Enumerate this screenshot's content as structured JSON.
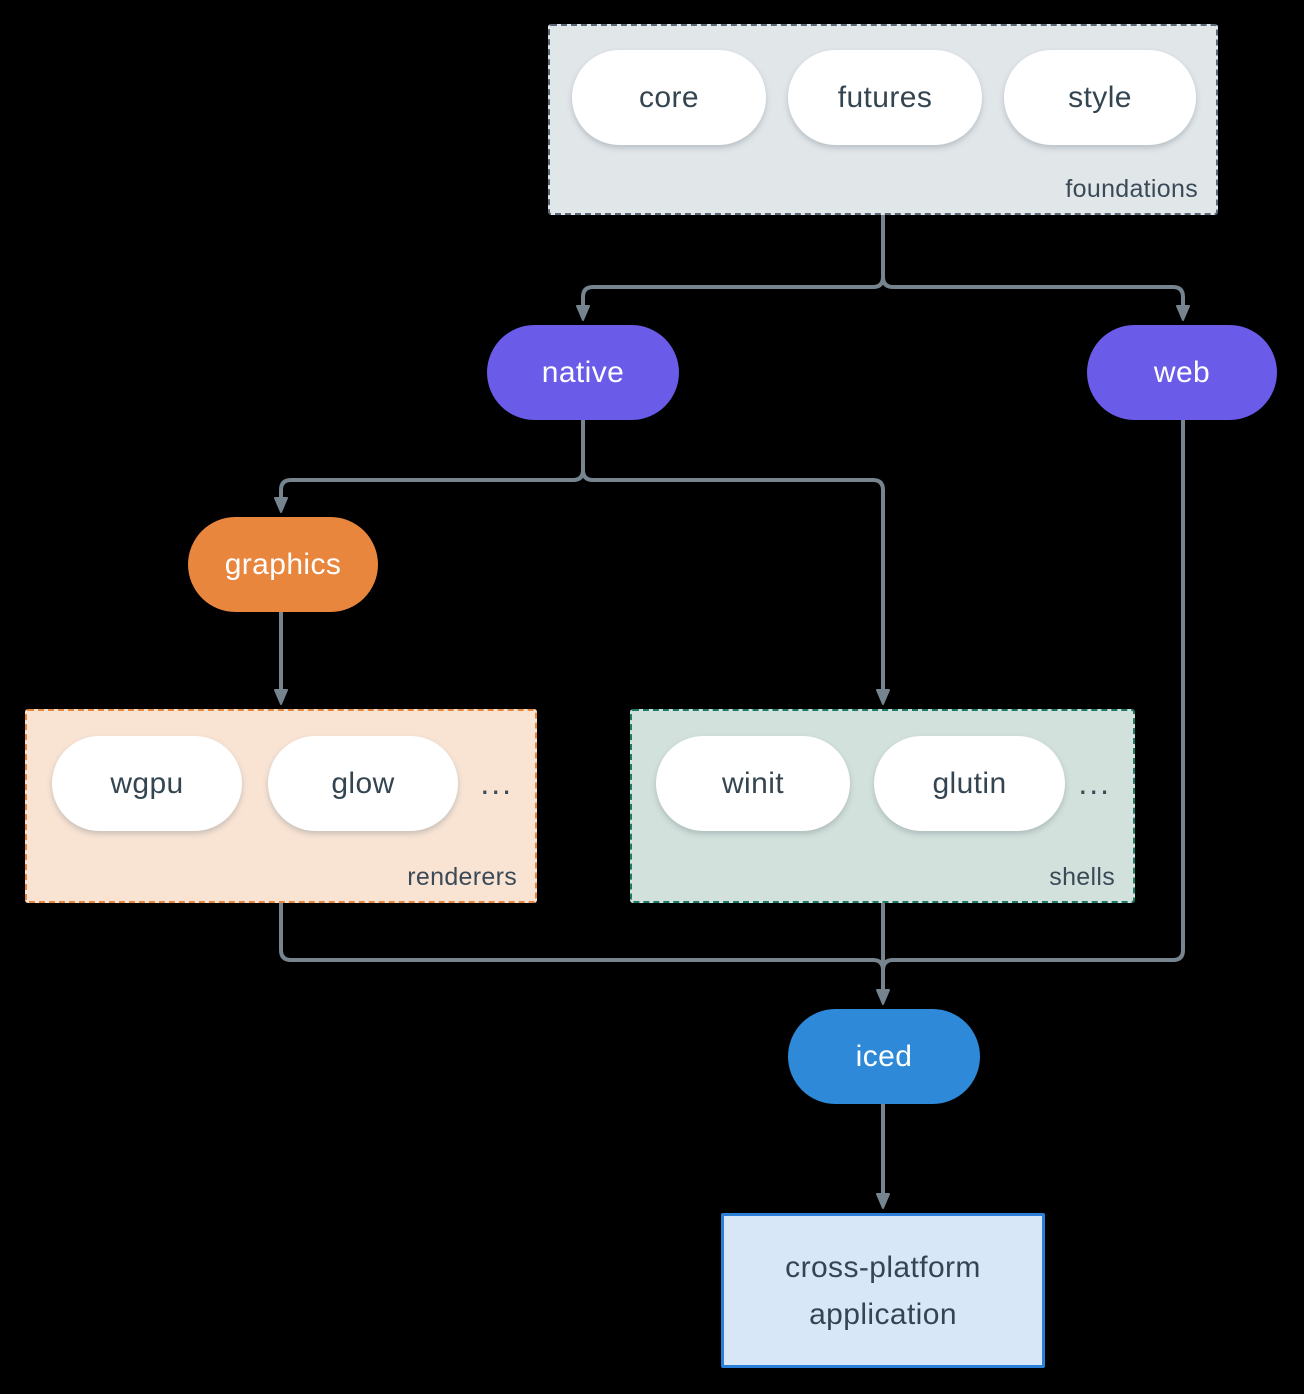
{
  "canvas": {
    "background": "#000000"
  },
  "colors": {
    "background": "#000000",
    "arrow": "#76848f",
    "purple": "#6a5be8",
    "orange": "#e8863d",
    "blue": "#2e8ad9",
    "pill-fill": "#ffffff",
    "node-text": "#344552",
    "label-text": "#3a4a57",
    "foundations-fill": "#e1e6e9",
    "foundations-border": "#5b6a78",
    "renderers-fill": "#f9e4d4",
    "renderers-border": "#e8863d",
    "shells-fill": "#d2e1db",
    "shells-border": "#1c7a66",
    "app-fill": "#d8e7f8",
    "app-border": "#2b7fd9"
  },
  "groups": {
    "foundations": {
      "label": "foundations",
      "pills": [
        "core",
        "futures",
        "style"
      ]
    },
    "renderers": {
      "label": "renderers",
      "pills": [
        "wgpu",
        "glow"
      ],
      "more": "..."
    },
    "shells": {
      "label": "shells",
      "pills": [
        "winit",
        "glutin"
      ],
      "more": "..."
    }
  },
  "nodes": {
    "native": "native",
    "web": "web",
    "graphics": "graphics",
    "iced": "iced",
    "application": {
      "line1": "cross-platform",
      "line2": "application"
    }
  }
}
